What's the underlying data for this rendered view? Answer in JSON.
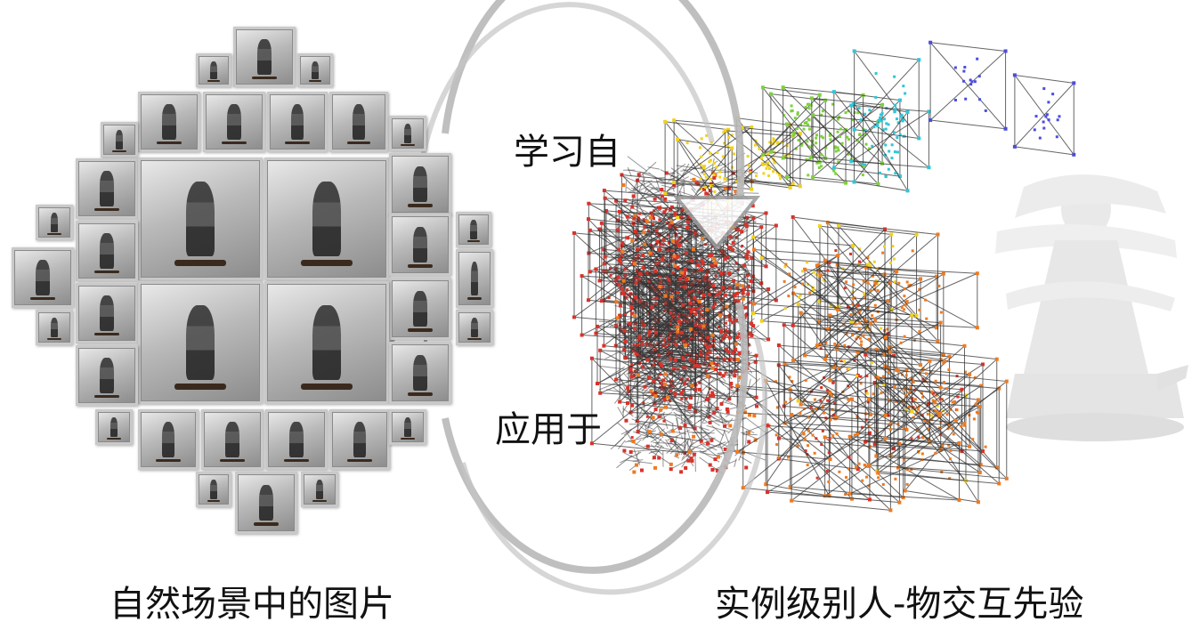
{
  "labels": {
    "learn_from": "学习自",
    "apply_to": "应用于",
    "left_caption": "自然场景中的图片",
    "right_caption": "实例级别人-物交互先验"
  },
  "icons": {
    "cycle_arrows": "circular-arrows-icon",
    "ghost_figure": "multi-pose-human-figure-icon"
  },
  "colors": {
    "dense_cloud": "#3f3f3f",
    "red": "#d8332b",
    "orange": "#ee7a22",
    "yellow": "#f2d21b",
    "green": "#7ed13a",
    "cyan": "#2fc6d8",
    "blue": "#4a4de0",
    "arrow_gray": "#b5b5b5"
  }
}
